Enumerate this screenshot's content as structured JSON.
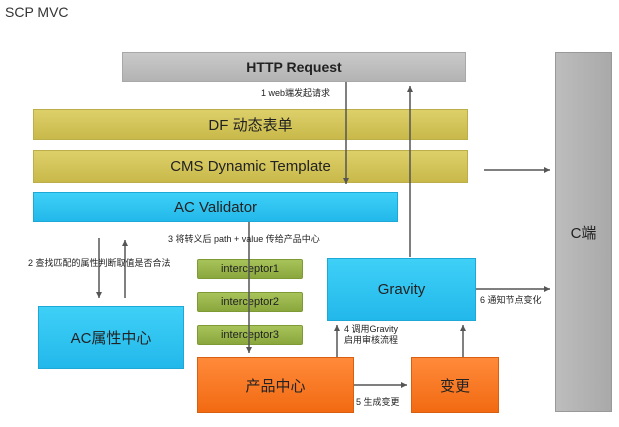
{
  "title": "SCP MVC",
  "nodes": {
    "http_request": "HTTP Request",
    "df_form": "DF 动态表单",
    "cms_template": "CMS  Dynamic Template",
    "ac_validator": "AC Validator",
    "ac_attr_center": "AC属性中心",
    "interceptor1": "interceptor1",
    "interceptor2": "interceptor2",
    "interceptor3": "interceptor3",
    "gravity": "Gravity",
    "product_center": "产品中心",
    "change": "变更",
    "c_end": "C端"
  },
  "labels": {
    "step1": "1 web端发起请求",
    "step2": "2 查找匹配的属性判断取值是否合法",
    "step3": "3 将转义后 path + value 传给产品中心",
    "step4_line1": "4 调用Gravity",
    "step4_line2": "启用审核流程",
    "step5": "5 生成变更",
    "step6": "6 通知节点变化"
  },
  "colors": {
    "gray": "#b3b3b3",
    "olive": "#c9b94a",
    "cyan": "#22b8ea",
    "green": "#8aa73d",
    "orange": "#f26a12",
    "arrow": "#555555"
  }
}
